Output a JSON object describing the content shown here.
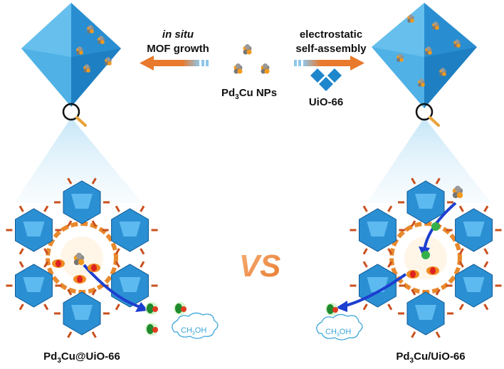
{
  "top": {
    "left_step": {
      "line1": "in situ",
      "line2": "MOF growth"
    },
    "right_step": {
      "line1": "electrostatic",
      "line2": "self-assembly"
    },
    "nanoparticles": {
      "name": "Pd",
      "sub": "3",
      "rest": "Cu NPs"
    },
    "mof": {
      "label": "UiO-66"
    }
  },
  "center": {
    "versus": "VS"
  },
  "left_panel": {
    "name": "Pd",
    "sub": "3",
    "rest": "Cu@UiO-66",
    "product_main": "CH",
    "product_sub": "3",
    "product_rest": "OH"
  },
  "right_panel": {
    "name": "Pd",
    "sub": "3",
    "rest": "Cu/UiO-66",
    "product_main": "CH",
    "product_sub": "3",
    "product_rest": "OH"
  },
  "colors": {
    "mof_blue": "#2e8fd0",
    "arrow_orange": "#e8792d",
    "co_green": "#1f8a2c",
    "cloud_blue": "#3aa6d8"
  }
}
